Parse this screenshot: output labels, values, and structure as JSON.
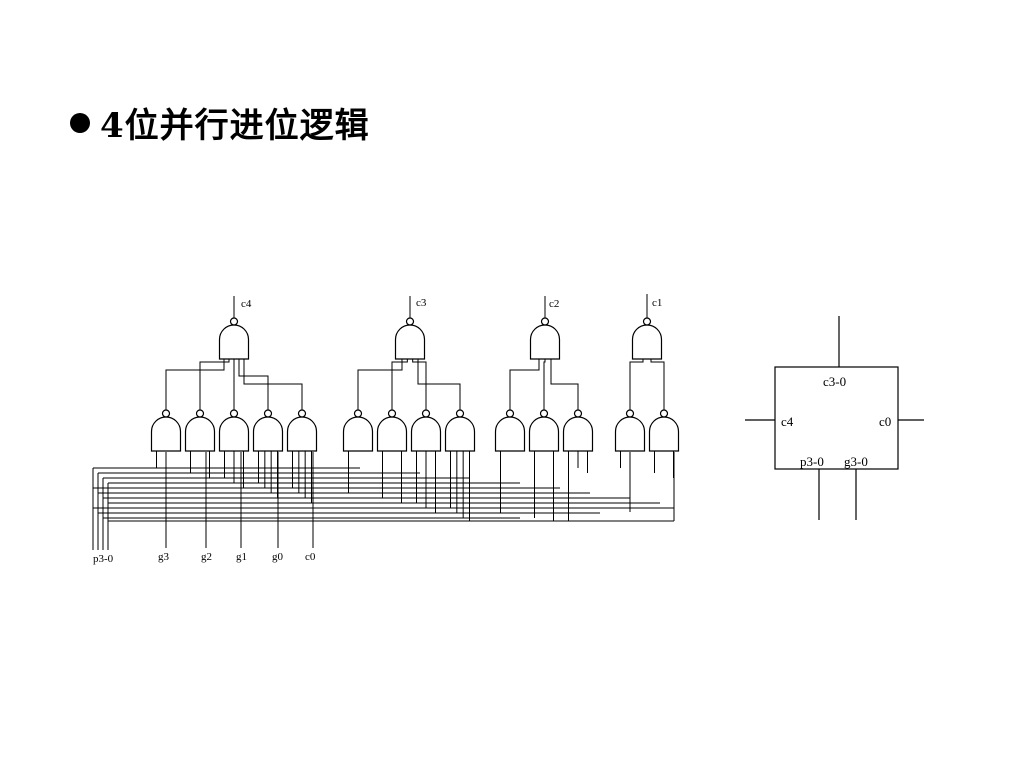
{
  "slide": {
    "title": "4位并行进位逻辑"
  },
  "circuit": {
    "outputs": [
      "c4",
      "c3",
      "c2",
      "c1"
    ],
    "inputs": [
      "p3-0",
      "g3",
      "g2",
      "g1",
      "g0",
      "c0"
    ]
  },
  "block": {
    "name": "c3-0",
    "left_port": "c4",
    "right_port": "c0",
    "bottom_left_port": "p3-0",
    "bottom_right_port": "g3-0"
  }
}
